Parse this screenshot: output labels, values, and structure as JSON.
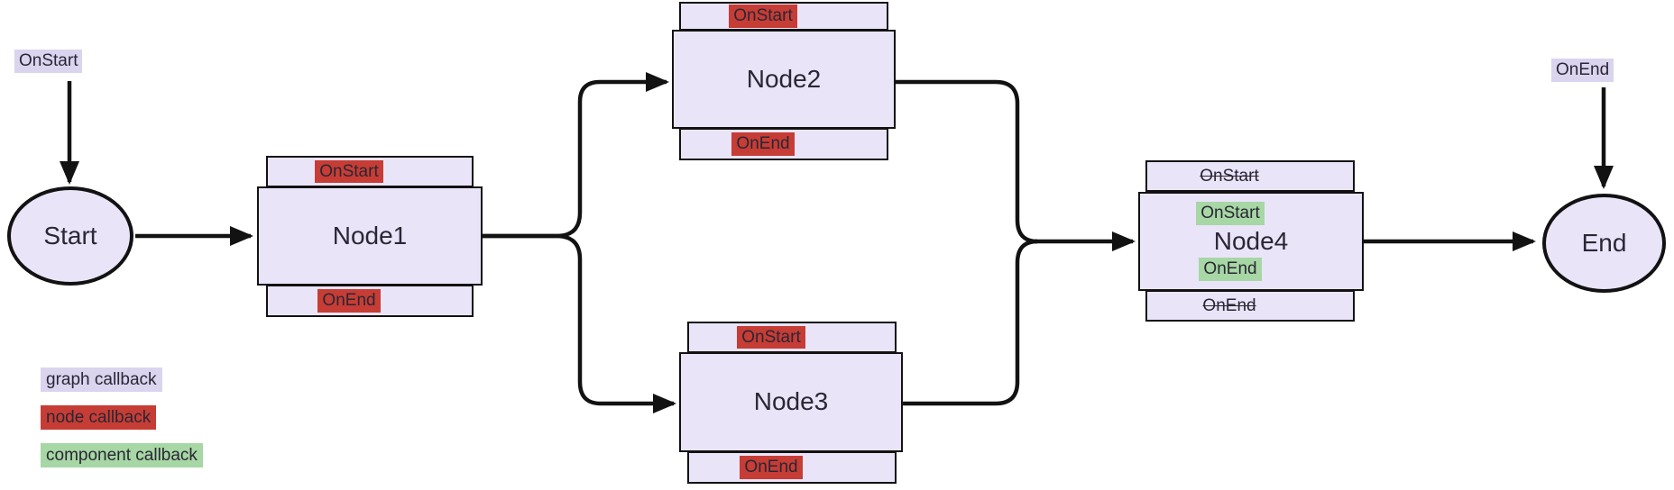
{
  "colors": {
    "graph_callback_bg": "#dad4ef",
    "node_callback_bg": "#c63d35",
    "component_callback_bg": "#a6d7a4",
    "node_fill": "#eae4f9",
    "border": "#121212",
    "text": "#2b2635"
  },
  "labels": {
    "graph_onstart": "OnStart",
    "graph_onend": "OnEnd"
  },
  "nodes": {
    "start": {
      "title": "Start"
    },
    "node1": {
      "onstart": "OnStart",
      "title": "Node1",
      "onend": "OnEnd"
    },
    "node2": {
      "onstart": "OnStart",
      "title": "Node2",
      "onend": "OnEnd"
    },
    "node3": {
      "onstart": "OnStart",
      "title": "Node3",
      "onend": "OnEnd"
    },
    "node4": {
      "skipped_onstart": "OnStart",
      "component_onstart": "OnStart",
      "title": "Node4",
      "component_onend": "OnEnd",
      "skipped_onend": "OnEnd"
    },
    "end": {
      "title": "End"
    }
  },
  "legend": {
    "graph": "graph callback",
    "node": "node callback",
    "component": "component callback"
  }
}
